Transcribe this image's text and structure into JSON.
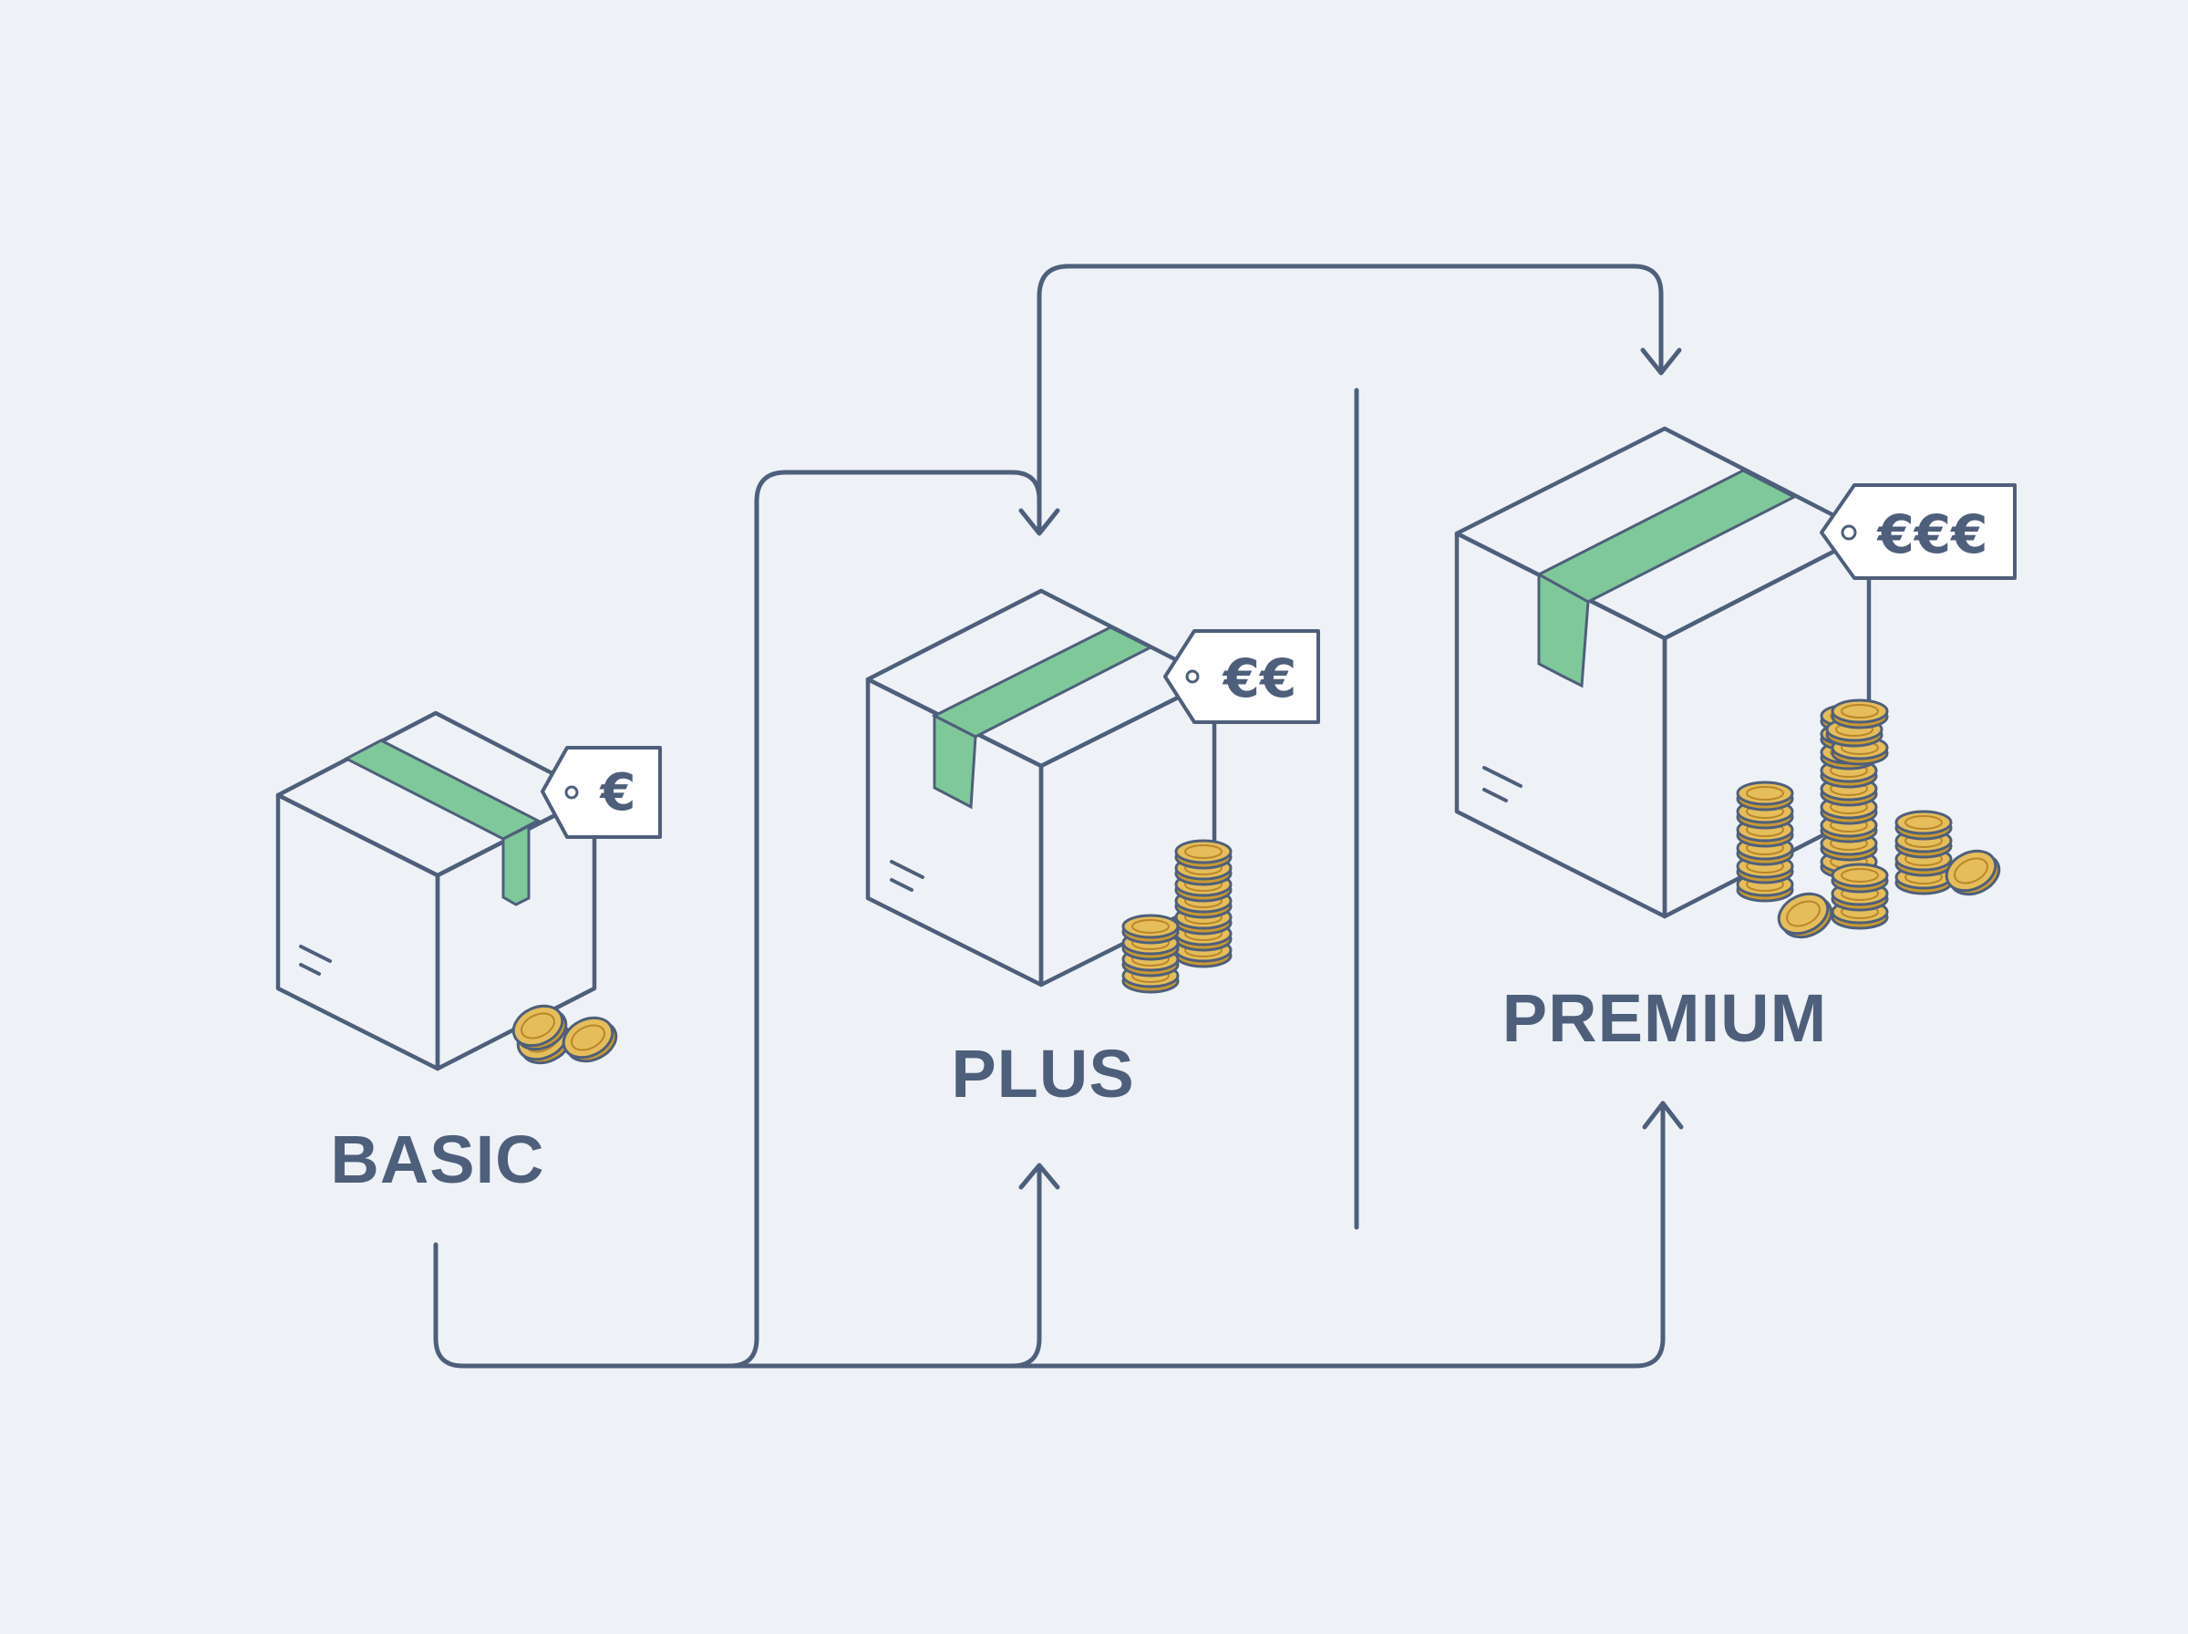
{
  "tiers": [
    {
      "name": "BASIC",
      "price": "€"
    },
    {
      "name": "PLUS",
      "price": "€€"
    },
    {
      "name": "PREMIUM",
      "price": "€€€"
    }
  ],
  "colors": {
    "background": "#eef2f6",
    "stroke": "#4e5f7b",
    "box_left": "#b5c8ea",
    "box_right": "#bfe0c8",
    "box_top": "#dde8f6",
    "tape": "#7fc89a",
    "coin": "#e5bd5a"
  },
  "icons": [
    "box-icon",
    "price-tag-icon",
    "coin-stack-icon",
    "arrow-icon"
  ]
}
